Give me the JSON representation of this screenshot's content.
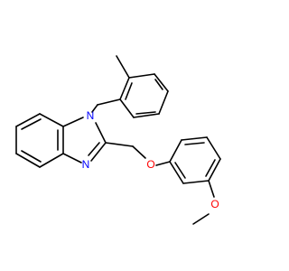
{
  "molecule": {
    "atoms": {
      "N1": {
        "symbol": "N",
        "color": "#0000ff"
      },
      "N3": {
        "symbol": "N",
        "color": "#0000ff"
      },
      "O_ether": {
        "symbol": "O",
        "color": "#ff0000"
      },
      "O_methoxy": {
        "symbol": "O",
        "color": "#ff0000"
      }
    },
    "bond_color": "#000000"
  }
}
